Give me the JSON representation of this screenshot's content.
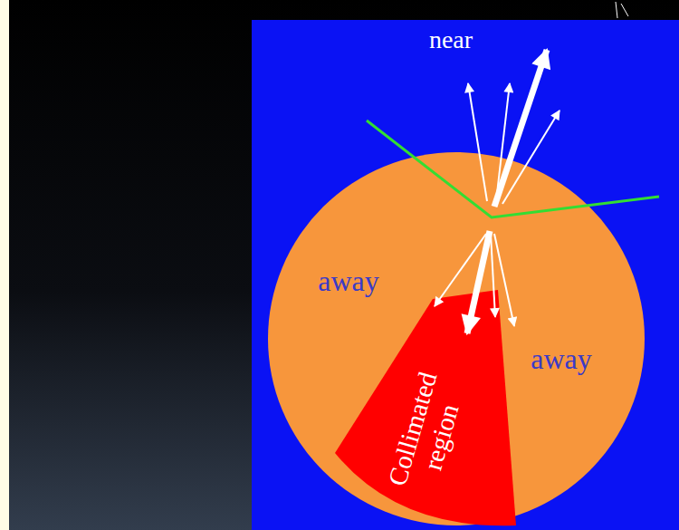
{
  "diagram": {
    "nodes": [
      {
        "text": [
          "away",
          "away"
        ]
      },
      {
        "text": [
          "Collimated region"
        ],
        "in": 0
      }
    ],
    "labels": [
      "near"
    ]
  }
}
